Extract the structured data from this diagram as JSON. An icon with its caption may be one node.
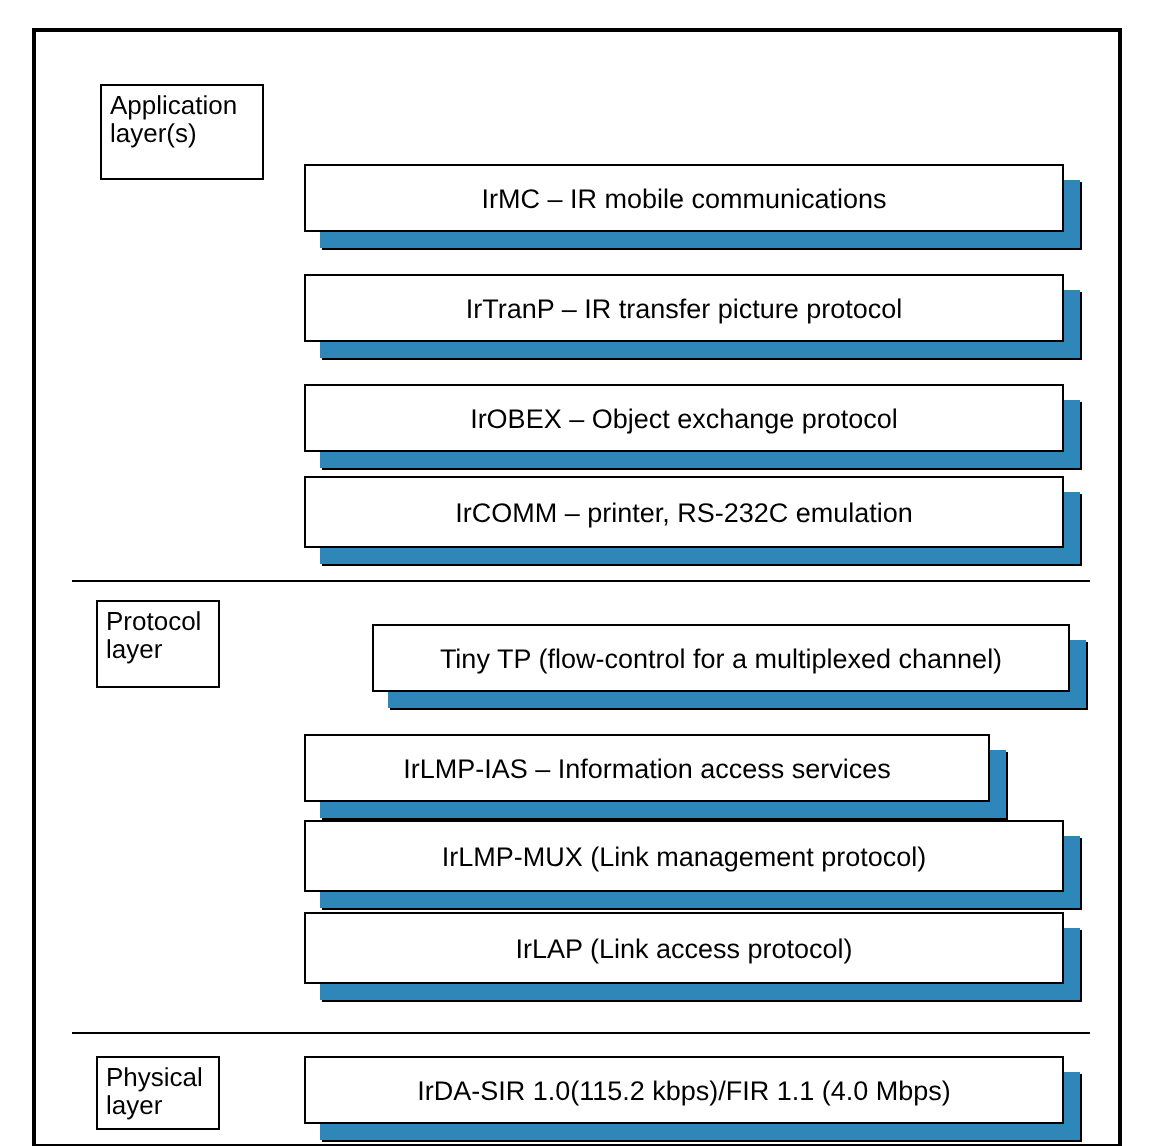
{
  "diagram": {
    "nodes": [
      {
        "text": [
          "Application layer(s)"
        ]
      },
      {
        "text": [
          "IrMC – IR mobile communications"
        ]
      },
      {
        "text": [
          "IrTranP – IR transfer picture protocol"
        ]
      },
      {
        "text": [
          "IrOBEX – Object exchange protocol"
        ]
      },
      {
        "text": [
          "IrCOMM – printer, RS-232C emulation"
        ]
      },
      {
        "text": [
          "Protocol layer"
        ]
      },
      {
        "text": [
          "Tiny TP (flow-control for a multiplexed channel)"
        ]
      },
      {
        "text": [
          "IrLMP-IAS – Information access services"
        ]
      },
      {
        "text": [
          "IrLMP-MUX (Link management protocol)"
        ]
      },
      {
        "text": [
          "IrLAP (Link access protocol)"
        ]
      },
      {
        "text": [
          "Physical layer"
        ]
      },
      {
        "text": [
          "IrDA-SIR 1.0(115.2 kbps)/FIR 1.1 (4.0 Mbps)"
        ]
      }
    ]
  }
}
